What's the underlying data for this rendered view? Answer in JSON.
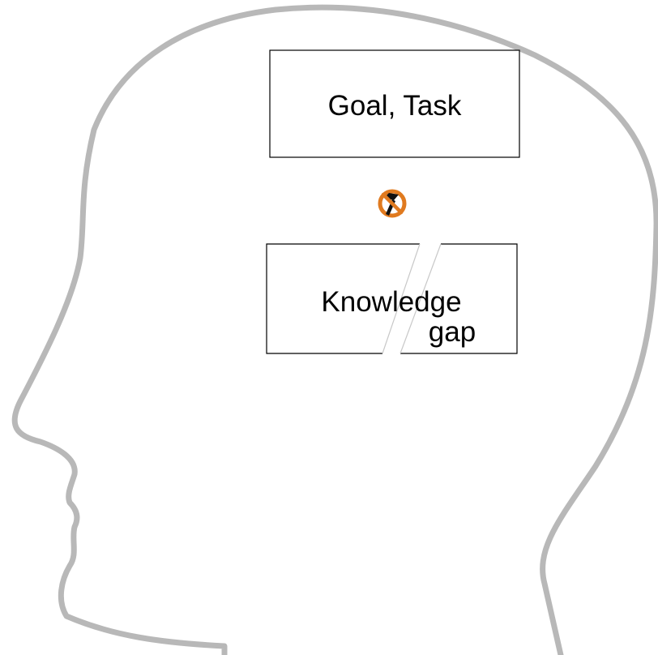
{
  "diagram": {
    "goal_box": {
      "label": "Goal, Task"
    },
    "knowledge_box": {
      "line1": "Knowledge",
      "line2": "gap"
    },
    "colors": {
      "head_outline": "#b8b8b8",
      "box_stroke": "#000000",
      "gap_line": "#c8c8c8",
      "blocked_icon_ring": "#e07a1f",
      "blocked_icon_glyph": "#111111"
    },
    "icons": {
      "head": "head-profile-outline",
      "blocked": "no-tool-icon"
    }
  }
}
